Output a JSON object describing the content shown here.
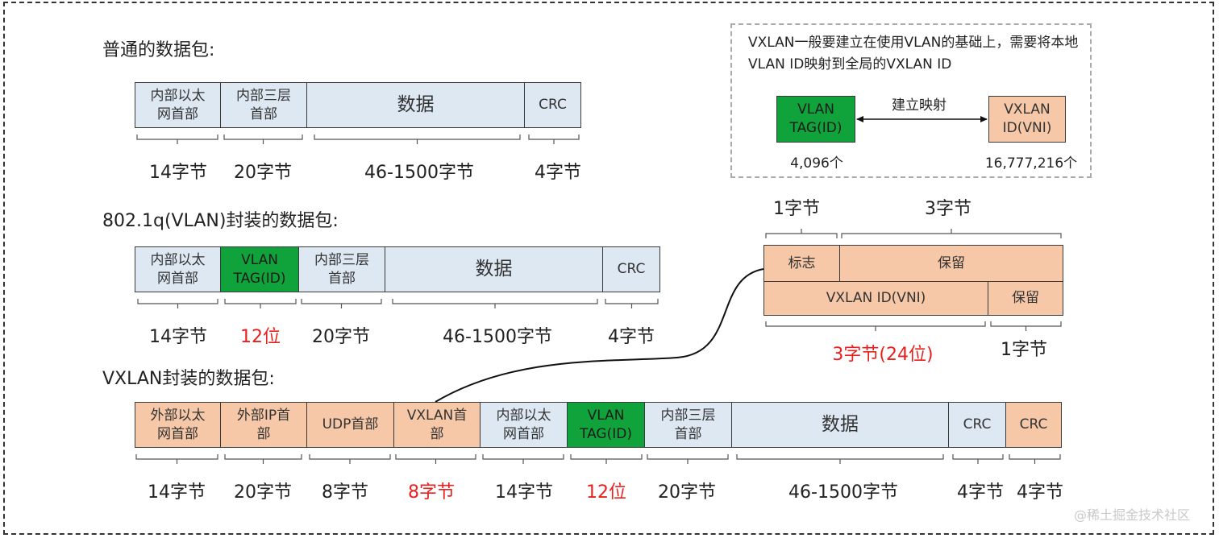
{
  "diagram": {
    "normal": {
      "title": "普通的数据包:",
      "fields": [
        "内部以太\n网首部",
        "内部三层\n首部",
        "数据",
        "CRC"
      ],
      "sizes": [
        "14字节",
        "20字节",
        "46-1500字节",
        "4字节"
      ]
    },
    "vlan": {
      "title": "802.1q(VLAN)封装的数据包:",
      "fields": [
        "内部以太\n网首部",
        "VLAN\nTAG(ID)",
        "内部三层\n首部",
        "数据",
        "CRC"
      ],
      "sizes": [
        "14字节",
        "12位",
        "20字节",
        "46-1500字节",
        "4字节"
      ]
    },
    "vxlan": {
      "title": "VXLAN封装的数据包:",
      "fields": [
        "外部以太\n网首部",
        "外部IP首\n部",
        "UDP首部",
        "VXLAN首\n部",
        "内部以太\n网首部",
        "VLAN\nTAG(ID)",
        "内部三层\n首部",
        "数据",
        "CRC",
        "CRC"
      ],
      "sizes": [
        "14字节",
        "20字节",
        "8字节",
        "8字节",
        "14字节",
        "12位",
        "20字节",
        "46-1500字节",
        "4字节",
        "4字节"
      ]
    },
    "vxlan_header": {
      "top_sizes": [
        "1字节",
        "3字节"
      ],
      "row1": [
        "标志",
        "保留"
      ],
      "row2": [
        "VXLAN ID(VNI)",
        "保留"
      ],
      "bottom_sizes": [
        "3字节(24位)",
        "1字节"
      ]
    },
    "note": {
      "text": "VXLAN一般要建立在使用VLAN的基础上，需要将本地VLAN ID映射到全局的VXLAN ID",
      "left_box": "VLAN\nTAG(ID)",
      "right_box": "VXLAN\nID(VNI)",
      "arrow_label": "建立映射",
      "left_count": "4,096个",
      "right_count": "16,777,216个"
    },
    "watermark": "@稀土掘金技术社区",
    "colors": {
      "blue": "#dde8f3",
      "green": "#11a33b",
      "peach": "#f6c8a8",
      "red": "#e8211e"
    }
  }
}
